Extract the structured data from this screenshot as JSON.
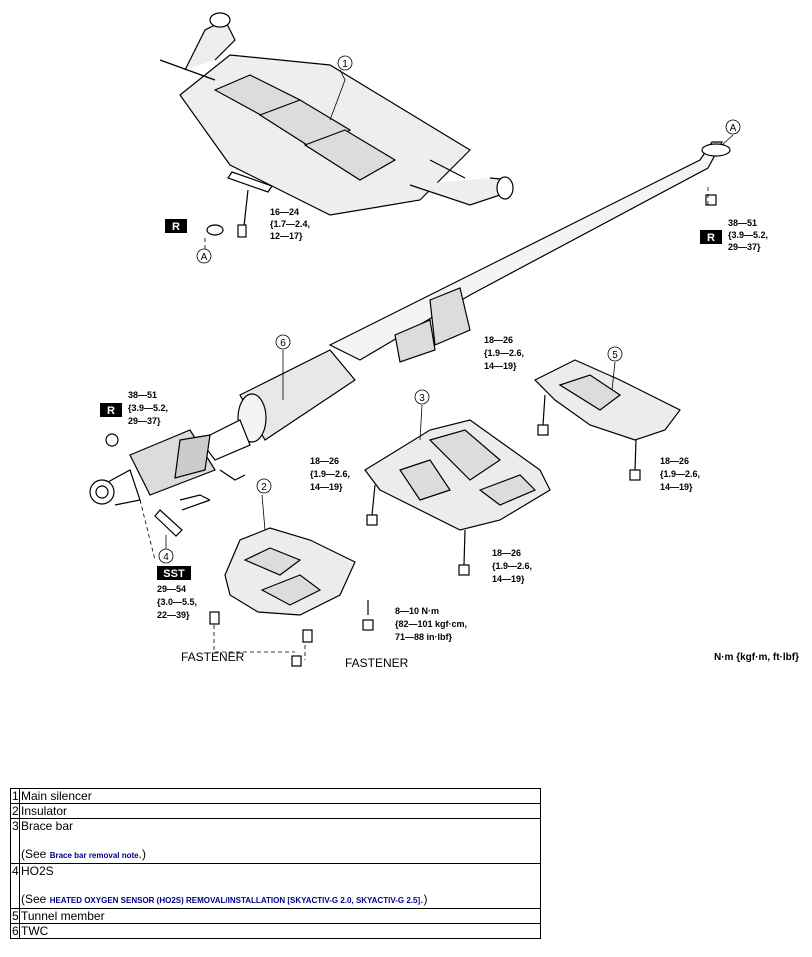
{
  "diagram": {
    "callouts": [
      "1",
      "2",
      "3",
      "4",
      "5",
      "6",
      "A",
      "A"
    ],
    "badges": {
      "r": "R",
      "sst": "SST"
    },
    "torques": {
      "t1": [
        "16—24",
        "{1.7—2.4,",
        "12—17}"
      ],
      "t2": [
        "38—51",
        "{3.9—5.2,",
        "29—37}"
      ],
      "t3": [
        "38—51",
        "{3.9—5.2,",
        "29—37}"
      ],
      "t4": [
        "18—26",
        "{1.9—2.6,",
        "14—19}"
      ],
      "t5": [
        "18—26",
        "{1.9—2.6,",
        "14—19}"
      ],
      "t6": [
        "18—26",
        "{1.9—2.6,",
        "14—19}"
      ],
      "t7": [
        "18—26",
        "{1.9—2.6,",
        "14—19}"
      ],
      "t8": [
        "29—54",
        "{3.0—5.5,",
        "22—39}"
      ],
      "t9": [
        "8—10 N·m",
        "{82—101 kgf·cm,",
        "71—88 in·lbf}"
      ]
    },
    "fastener_label": "FASTENER",
    "units": "N·m {kgf·m, ft·lbf}"
  },
  "parts": [
    {
      "num": "1",
      "name": "Main silencer"
    },
    {
      "num": "2",
      "name": "Insulator"
    },
    {
      "num": "3",
      "name": "Brace bar",
      "see_prefix": "(See ",
      "link": "Brace bar removal note",
      "see_suffix": ".)"
    },
    {
      "num": "4",
      "name": "HO2S",
      "see_prefix": "(See ",
      "link": "HEATED OXYGEN SENSOR (HO2S) REMOVAL/INSTALLATION [SKYACTIV-G 2.0, SKYACTIV-G 2.5]",
      "see_suffix": ".)"
    },
    {
      "num": "5",
      "name": "Tunnel member"
    },
    {
      "num": "6",
      "name": "TWC"
    }
  ]
}
